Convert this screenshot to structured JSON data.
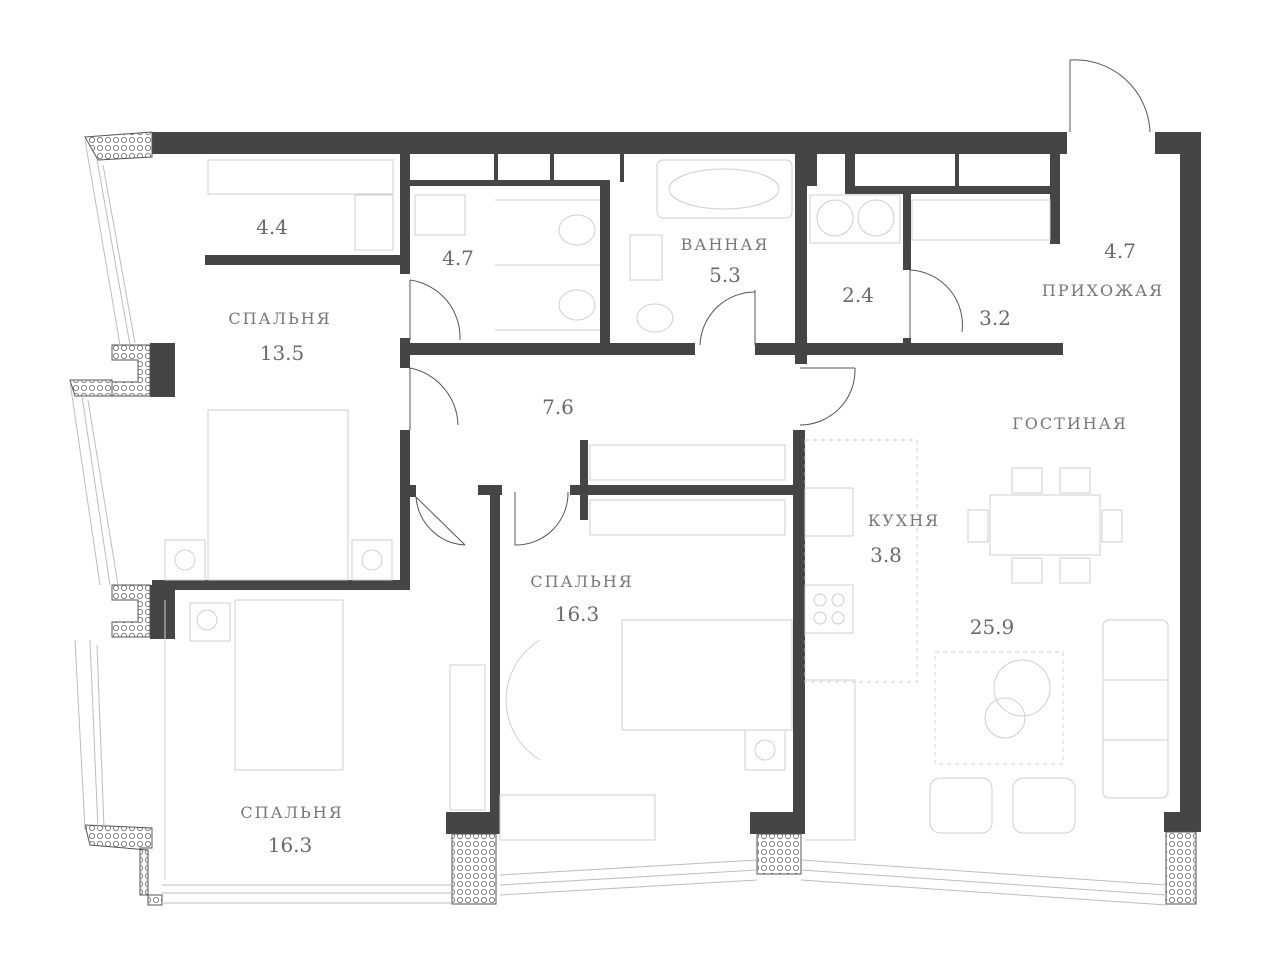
{
  "rooms": [
    {
      "id": "closet-1",
      "name": "",
      "area": "4.4"
    },
    {
      "id": "bath-small",
      "name": "",
      "area": "4.7"
    },
    {
      "id": "bathroom",
      "name": "ВАННАЯ",
      "area": "5.3"
    },
    {
      "id": "laundry",
      "name": "",
      "area": "2.4"
    },
    {
      "id": "closet-2",
      "name": "",
      "area": "3.2"
    },
    {
      "id": "hallway",
      "name": "ПРИХОЖАЯ",
      "area": "4.7"
    },
    {
      "id": "bedroom-1",
      "name": "СПАЛЬНЯ",
      "area": "13.5"
    },
    {
      "id": "corridor",
      "name": "",
      "area": "7.6"
    },
    {
      "id": "living",
      "name": "ГОСТИНАЯ",
      "area": "25.9"
    },
    {
      "id": "kitchen",
      "name": "КУХНЯ",
      "area": "3.8"
    },
    {
      "id": "bedroom-2",
      "name": "СПАЛЬНЯ",
      "area": "16.3"
    },
    {
      "id": "bedroom-3",
      "name": "СПАЛЬНЯ",
      "area": "16.3"
    }
  ],
  "colors": {
    "wall": "#454545",
    "text": "#6a6a6a",
    "furniture": "#cfcfcf"
  }
}
